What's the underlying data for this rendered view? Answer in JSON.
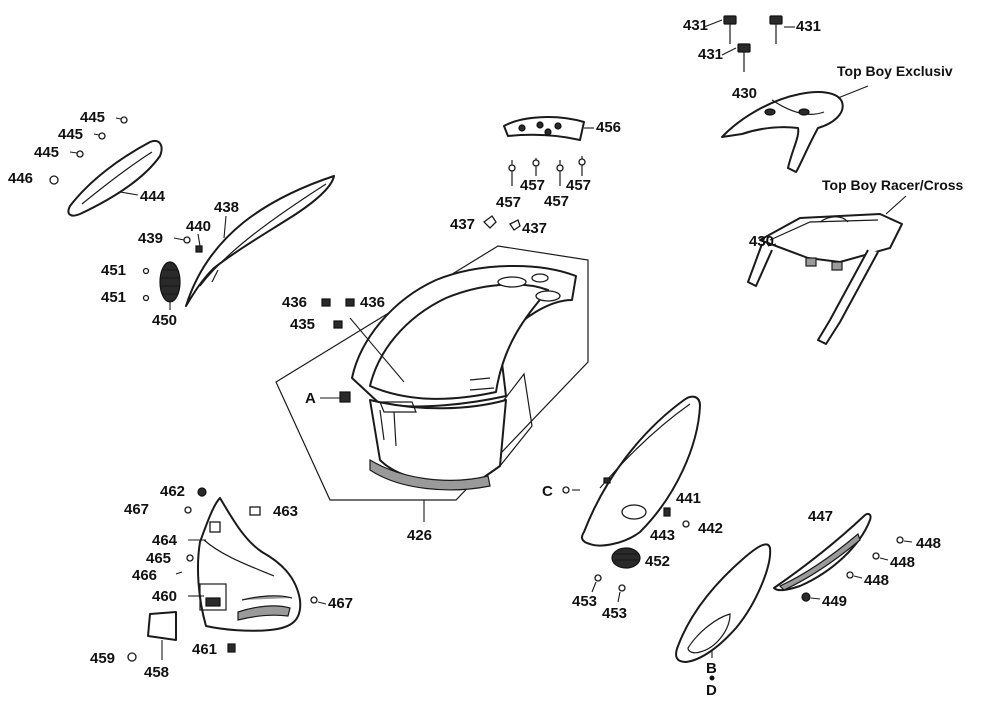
{
  "captions": {
    "top_boy_exclusiv": "Top Boy Exclusiv",
    "top_boy_racer_cross": "Top Boy Racer/Cross"
  },
  "labels": {
    "p431a": "431",
    "p431b": "431",
    "p431c": "431",
    "p430a": "430",
    "p430b": "430",
    "p456": "456",
    "p457a": "457",
    "p457b": "457",
    "p457c": "457",
    "p457d": "457",
    "p437a": "437",
    "p437b": "437",
    "p445a": "445",
    "p445b": "445",
    "p445c": "445",
    "p446": "446",
    "p444": "444",
    "p438": "438",
    "p439": "439",
    "p440": "440",
    "p451a": "451",
    "p451b": "451",
    "p450": "450",
    "p436a": "436",
    "p436b": "436",
    "p435": "435",
    "pA": "A",
    "p426": "426",
    "p462": "462",
    "p463": "463",
    "p467a": "467",
    "p467b": "467",
    "p464": "464",
    "p465": "465",
    "p466": "466",
    "p460": "460",
    "p461": "461",
    "p459": "459",
    "p458": "458",
    "pC": "C",
    "p441": "441",
    "p443": "443",
    "p442": "442",
    "p452": "452",
    "p453a": "453",
    "p453b": "453",
    "p447": "447",
    "p448a": "448",
    "p448b": "448",
    "p448c": "448",
    "p449": "449",
    "pB": "B",
    "pD": "D"
  }
}
